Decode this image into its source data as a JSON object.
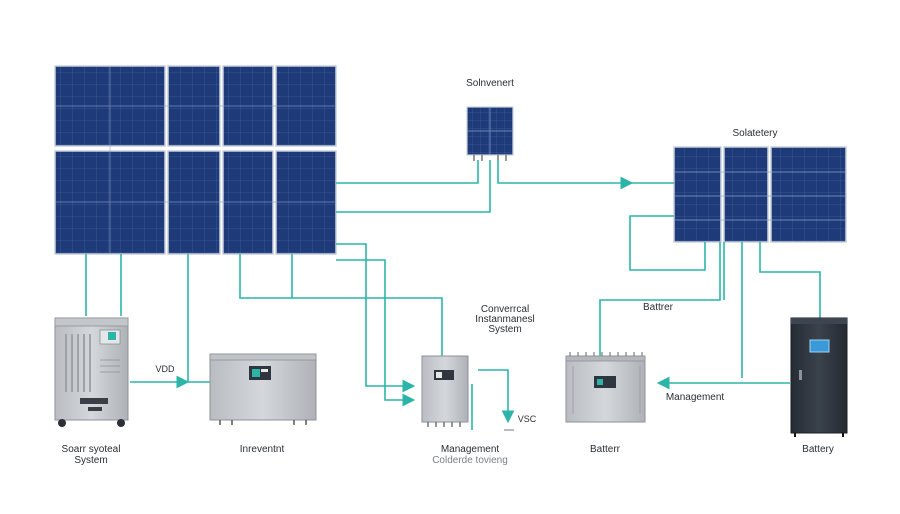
{
  "labels": {
    "top_panel": "Solnvenert",
    "right_array": "Solatetery",
    "center_system_line1": "Converrcal",
    "center_system_line2": "Instanmanesl",
    "center_system_line3": "System",
    "battery_mid": "Battrer",
    "vdd": "VDD",
    "vsc": "VSC",
    "management_right": "Management",
    "left_system_line1": "Soarr syoteal",
    "left_system_line2": "System",
    "inverter": "Inreventnt",
    "management_center": "Management",
    "management_sub": "Colderde tovieng",
    "battery_bottom": "Batterr",
    "battery_right": "Battery"
  },
  "colors": {
    "panel": "#1f3a78",
    "panel_grid": "#4f6fae",
    "panel_frame": "#c9d1dc",
    "wire": "#2bb5a8",
    "device_body": "#c9ccd0",
    "device_dark": "#2f3640",
    "screen": "#3a9ad9"
  }
}
